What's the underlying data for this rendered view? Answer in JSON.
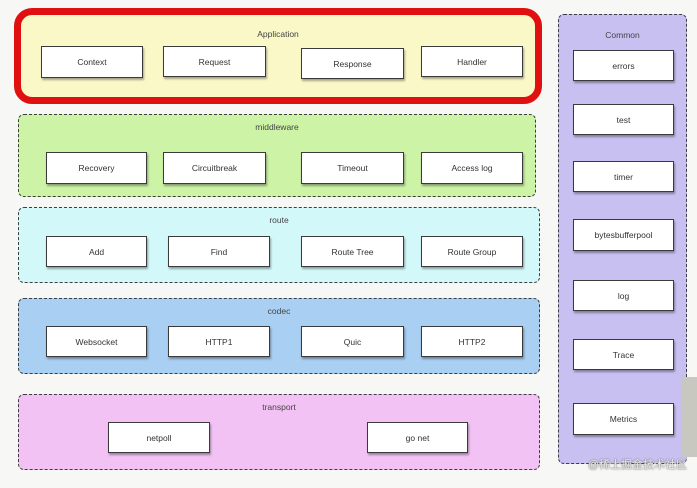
{
  "application": {
    "title": "Application",
    "items": [
      "Context",
      "Request",
      "Response",
      "Handler"
    ]
  },
  "middleware": {
    "title": "middleware",
    "items": [
      "Recovery",
      "Circuitbreak",
      "Timeout",
      "Access log"
    ]
  },
  "route": {
    "title": "route",
    "items": [
      "Add",
      "Find",
      "Route Tree",
      "Route Group"
    ]
  },
  "codec": {
    "title": "codec",
    "items": [
      "Websocket",
      "HTTP1",
      "Quic",
      "HTTP2"
    ]
  },
  "transport": {
    "title": "transport",
    "items": [
      "netpoll",
      "go net"
    ]
  },
  "common": {
    "title": "Common",
    "items": [
      "errors",
      "test",
      "timer",
      "bytesbufferpool",
      "log",
      "Trace",
      "Metrics"
    ]
  },
  "watermark": "@稀土掘金技术社区",
  "colors": {
    "application_fill": "#fbf8c8",
    "application_highlight": "#e01010",
    "middleware_fill": "#cdf3a6",
    "route_fill": "#d2f8fa",
    "codec_fill": "#a9cff3",
    "transport_fill": "#f3c2f5",
    "common_fill": "#c9c0f2"
  }
}
